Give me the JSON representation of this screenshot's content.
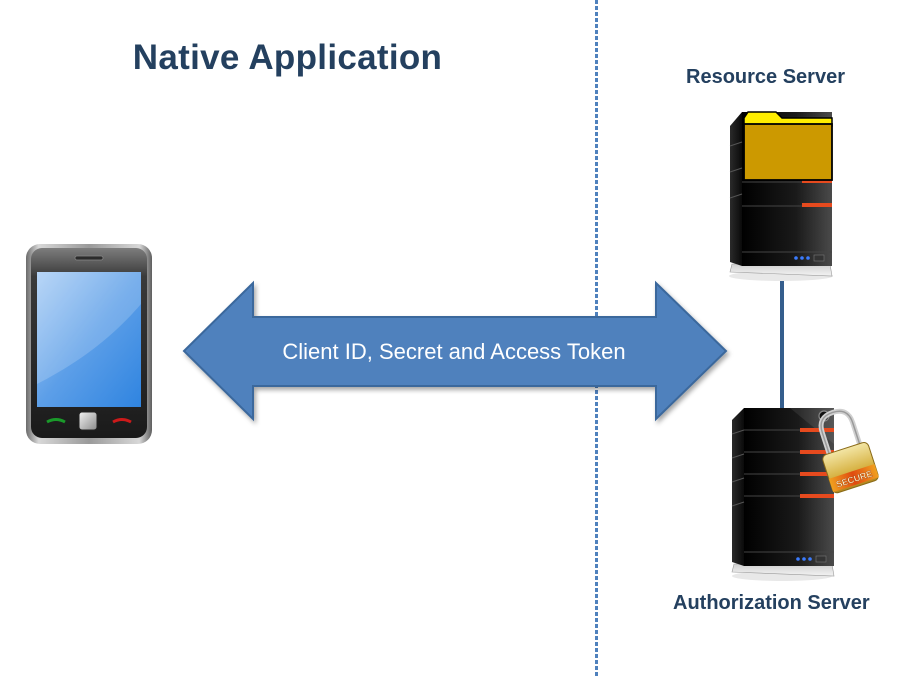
{
  "title": "Native Application",
  "labels": {
    "resource_server": "Resource Server",
    "authorization_server": "Authorization Server"
  },
  "arrow": {
    "label": "Client ID, Secret and Access Token",
    "direction": "bidirectional"
  },
  "lock": {
    "badge_text": "SECURE"
  },
  "icons": {
    "client": "smartphone-icon",
    "resource_server": "server-with-folder-icon",
    "authorization_server": "server-with-padlock-icon"
  },
  "colors": {
    "heading": "#24405f",
    "arrow_fill": "#4f81bd",
    "arrow_stroke": "#3a679c",
    "divider": "#4f81bd",
    "connector": "#355e8d",
    "folder": "#cc9900",
    "folder_tab": "#ffee00"
  }
}
